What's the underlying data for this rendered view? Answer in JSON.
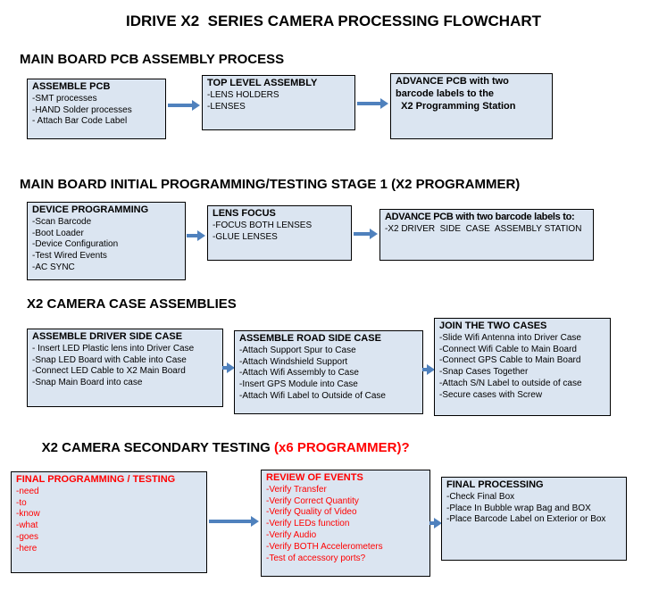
{
  "title": "IDRIVE X2  SERIES CAMERA PROCESSING FLOWCHART",
  "colors": {
    "box_fill": "#dbe5f1",
    "box_border": "#000000",
    "arrow_blue": "#4f81bd",
    "alert_red": "#ff0000",
    "text": "#000000"
  },
  "sections": [
    {
      "heading": "MAIN BOARD PCB ASSEMBLY PROCESS",
      "boxes": [
        {
          "title": "ASSEMBLE PCB",
          "items": [
            "-SMT processes",
            "-HAND Solder processes",
            "- Attach Bar Code Label"
          ]
        },
        {
          "title": "TOP LEVEL ASSEMBLY",
          "items": [
            "-LENS HOLDERS",
            "-LENSES"
          ]
        },
        {
          "title": "ADVANCE PCB with two\nbarcode labels to the\n  X2 Programming Station",
          "items": []
        }
      ]
    },
    {
      "heading": "MAIN BOARD INITIAL PROGRAMMING/TESTING STAGE 1 (X2 PROGRAMMER)",
      "boxes": [
        {
          "title": "DEVICE PROGRAMMING",
          "items": [
            "-Scan Barcode",
            "-Boot Loader",
            "-Device Configuration",
            "-Test Wired Events",
            "-AC SYNC"
          ]
        },
        {
          "title": "LENS FOCUS",
          "items": [
            "-FOCUS BOTH LENSES",
            "-GLUE LENSES"
          ]
        },
        {
          "title": "ADVANCE PCB with two barcode labels to:",
          "items": [
            "-X2 DRIVER  SIDE  CASE  ASSEMBLY STATION"
          ]
        }
      ]
    },
    {
      "heading": "X2 CAMERA CASE ASSEMBLIES",
      "boxes": [
        {
          "title": "ASSEMBLE DRIVER SIDE CASE",
          "items": [
            "- Insert LED Plastic lens into Driver Case",
            "-Snap LED Board with Cable into Case",
            "-Connect LED Cable to X2 Main Board",
            "-Snap Main Board into case"
          ]
        },
        {
          "title": "ASSEMBLE ROAD SIDE CASE",
          "items": [
            "-Attach Support Spur to Case",
            "-Attach Windshield Support",
            "-Attach Wifi Assembly to Case",
            "-Insert GPS Module into Case",
            "-Attach Wifi Label to Outside of Case"
          ]
        },
        {
          "title": "JOIN THE TWO CASES",
          "items": [
            "-Slide Wifi Antenna into Driver Case",
            "-Connect Wifi Cable to Main Board",
            "-Connect GPS Cable to Main Board",
            "-Snap Cases Together",
            "-Attach S/N Label to outside of case",
            "-Secure cases with Screw"
          ]
        }
      ]
    },
    {
      "heading": "X2 CAMERA SECONDARY TESTING ",
      "heading_suffix": "(x6 PROGRAMMER)?",
      "boxes": [
        {
          "title": "FINAL PROGRAMMING / TESTING",
          "items": [
            "-need",
            "-to",
            "-know",
            "-what",
            "-goes",
            "-here"
          ]
        },
        {
          "title": "REVIEW OF EVENTS",
          "items": [
            "-Verify Transfer",
            "-Verify Correct Quantity",
            "-Verify Quality of Video",
            "-Verify LEDs function",
            "-Verify Audio",
            "-Verify BOTH Accelerometers",
            "-Test of accessory ports?"
          ]
        },
        {
          "title": "FINAL PROCESSING",
          "items": [
            "-Check Final Box",
            "-Place In Bubble wrap Bag and BOX",
            "-Place Barcode Label on Exterior or Box"
          ]
        }
      ]
    }
  ]
}
